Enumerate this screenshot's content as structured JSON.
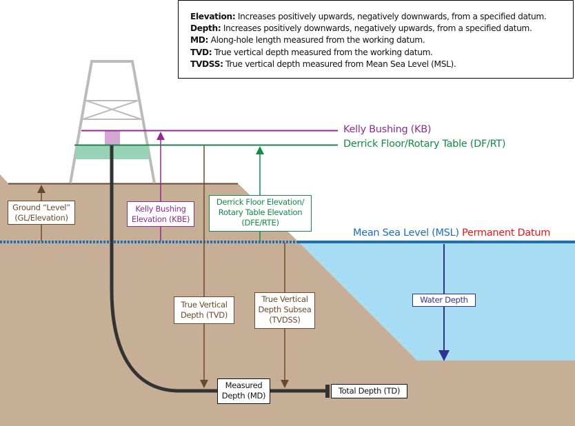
{
  "colors": {
    "ground": "#c7af97",
    "ground_line": "#6b4a2b",
    "water": "#a8dcf2",
    "msl_line": "#1a70b8",
    "derrick": "#bbbbbb",
    "kb": "#8e2c90",
    "kb_fill": "#d3a6d3",
    "df": "#138a48",
    "df_fill": "#99d3b6",
    "well": "#333333",
    "water_arrow": "#2e3192",
    "permanent_datum": "#e8151b"
  },
  "legend": [
    {
      "term": "Elevation:",
      "definition": " Increases positively upwards, negatively downwards, from a specified datum."
    },
    {
      "term": "Depth:",
      "definition": " Increases positively downwards, negatively upwards, from a specified datum."
    },
    {
      "term": "MD:",
      "definition": " Along-hole length measured from the working datum."
    },
    {
      "term": "TVD:",
      "definition": " True vertical depth measured from the working datum."
    },
    {
      "term": "TVDSS:",
      "definition": " True vertical depth measured from Mean Sea Level (MSL)."
    }
  ],
  "reference_lines": {
    "kb": "Kelly Bushing (KB)",
    "df": "Derrick Floor/Rotary Table (DF/RT)",
    "msl": "Mean Sea Level (MSL)",
    "msl_suffix": "Permanent Datum"
  },
  "labels": {
    "ground_level": [
      "Ground “Level”",
      "(GL/Elevation)"
    ],
    "kbe": [
      "Kelly Bushing",
      "Elevation (KBE)"
    ],
    "dfe": [
      "Derrick Floor Elevation/",
      "Rotary Table Elevation",
      "(DFE/RTE)"
    ],
    "tvd": [
      "True Vertical",
      "Depth (TVD)"
    ],
    "tvdss": [
      "True Vertical",
      "Depth Subsea",
      "(TVDSS)"
    ],
    "water_depth": "Water Depth",
    "md": [
      "Measured",
      "Depth (MD)"
    ],
    "td": "Total Depth (TD)"
  }
}
